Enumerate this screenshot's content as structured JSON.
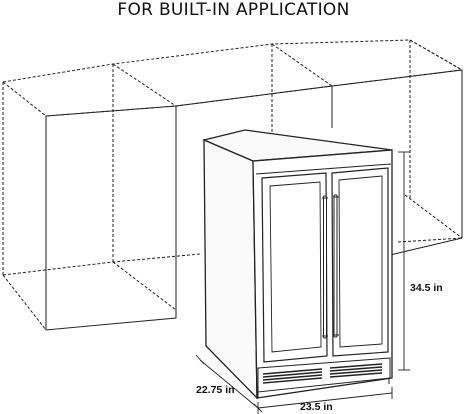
{
  "title": "FOR BUILT-IN APPLICATION",
  "dimensions": {
    "height": "34.5 in",
    "depth": "22.75 in",
    "width": "23.5 in"
  }
}
